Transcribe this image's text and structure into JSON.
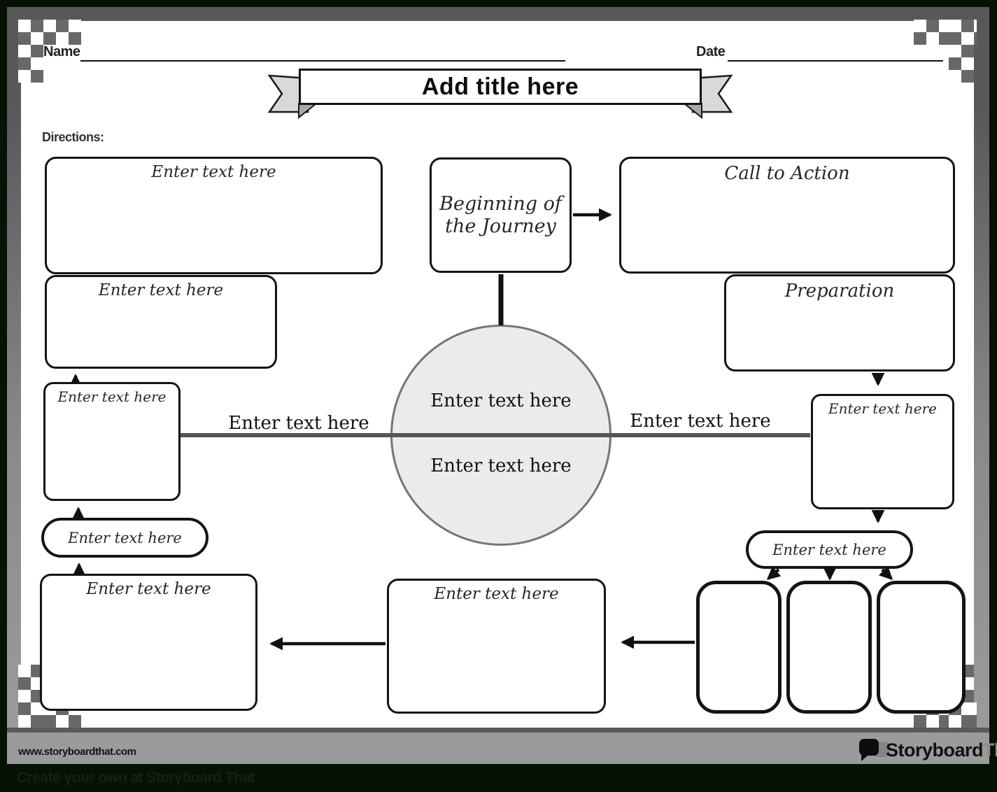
{
  "header": {
    "name_label": "Name",
    "date_label": "Date",
    "title": "Add title here",
    "directions_label": "Directions:"
  },
  "diagram": {
    "top_left_box": "Enter text here",
    "left_box_2": "Enter text here",
    "left_box_3": "Enter text here",
    "left_pill": "Enter text here",
    "bottom_left_box": "Enter text here",
    "journey_box": "Beginning of the Journey",
    "call_to_action_box": "Call to Action",
    "preparation_box": "Preparation",
    "right_box": "Enter text here",
    "right_pill": "Enter text here",
    "bottom_center_box": "Enter text here",
    "circle_top_text": "Enter text here",
    "circle_bottom_text": "Enter text here",
    "line_label_left": "Enter text here",
    "line_label_right": "Enter text here"
  },
  "footer": {
    "website": "www.storyboardthat.com",
    "brand": "Storyboard",
    "brand_suffix": "That",
    "watermark": "Create your own at Storyboard That"
  },
  "colors": {
    "outer": "#051205",
    "frame": "#58585a",
    "band": "#9b9b9b",
    "checker": "#686868",
    "circle-fill": "#ebebeb",
    "line": "#555555",
    "ribbon": "#d9d9d9"
  }
}
